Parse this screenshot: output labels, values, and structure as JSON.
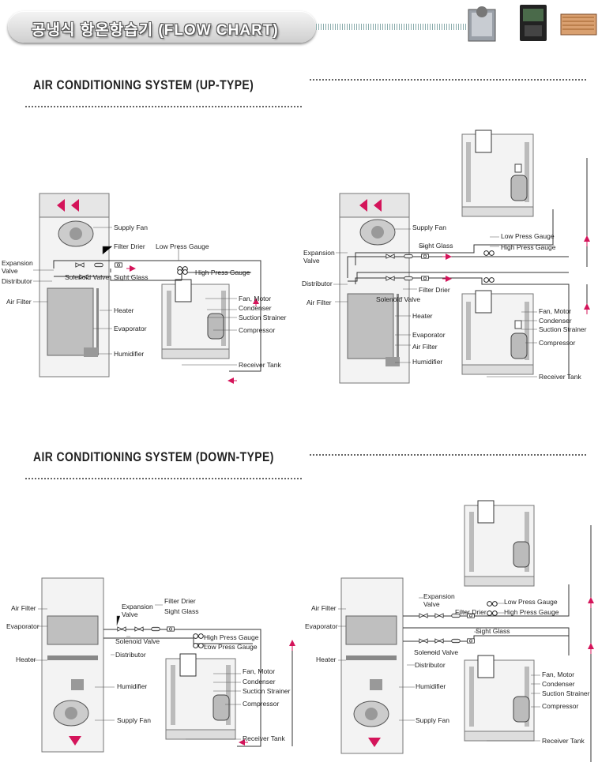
{
  "header": {
    "title": "공냉식 항온항습기 (FLOW CHART)"
  },
  "sections": [
    {
      "title": "AIR CONDITIONING SYSTEM (UP-TYPE)"
    },
    {
      "title": "AIR CONDITIONING SYSTEM (DOWN-TYPE)"
    }
  ],
  "colors": {
    "flow_arrow": "#d4145a",
    "pipe": "#333333",
    "cabinet": "#f1f1f1"
  },
  "diagrams": {
    "up_left": {
      "supply_fan": "Supply Fan",
      "filter_drier": "Filter Drier",
      "low_press_gauge": "Low Press Gauge",
      "expansion_valve": "Expansion\nValve",
      "distributor": "Distributor",
      "solenoid_valve": "Solenoid Valve",
      "sight_glass": "Sight Glass",
      "high_press_gauge": "High Press Gauge",
      "air_filter": "Air Filter",
      "heater": "Heater",
      "fan_motor": "Fan, Motor",
      "condenser": "Condenser",
      "suction_strainer": "Suction Strainer",
      "compressor": "Compressor",
      "evaporator": "Evaporator",
      "humidifier": "Humidifier",
      "receiver_tank": "Receiver Tank"
    },
    "up_right": {
      "supply_fan": "Supply Fan",
      "sight_glass": "Sight Glass",
      "low_press_gauge": "Low Press Gauge",
      "expansion_valve": "Expansion\nValve",
      "high_press_gauge": "High Press Gauge",
      "distributor": "Distributor",
      "filter_drier": "Filter Drier",
      "air_filter_left": "Air Filter",
      "solenoid_valve": "Solenoid Valve",
      "fan_motor": "Fan, Motor",
      "condenser": "Condenser",
      "heater": "Heater",
      "suction_strainer": "Suction Strainer",
      "evaporator": "Evaporator",
      "compressor": "Compressor",
      "air_filter": "Air Filter",
      "humidifier": "Humidifier",
      "receiver_tank": "Receiver Tank"
    },
    "down_left": {
      "air_filter": "Air Filter",
      "expansion_valve": "Expansion\nValve",
      "filter_drier": "Filter Drier",
      "sight_glass": "Sight Glass",
      "evaporator": "Evaporator",
      "solenoid_valve": "Solenoid Valve",
      "high_press_gauge": "High Press Gauge",
      "low_press_gauge": "Low Press Gauge",
      "distributor": "Distributor",
      "heater": "Heater",
      "fan_motor": "Fan, Motor",
      "condenser": "Condenser",
      "suction_strainer": "Suction Strainer",
      "humidifier": "Humidifier",
      "compressor": "Compressor",
      "supply_fan": "Supply Fan",
      "receiver_tank": "Receiver Tank"
    },
    "down_right": {
      "expansion_valve": "Expansion\nValve",
      "low_press_gauge": "Low Press Gauge",
      "air_filter": "Air Filter",
      "filter_drier": "Filter Drier",
      "high_press_gauge": "High Press Gauge",
      "evaporator": "Evaporator",
      "sight_glass": "Sight Glass",
      "solenoid_valve": "Solenoid Valve",
      "heater": "Heater",
      "distributor": "Distributor",
      "fan_motor": "Fan, Motor",
      "condenser": "Condenser",
      "humidifier": "Humidifier",
      "suction_strainer": "Suction Strainer",
      "compressor": "Compressor",
      "supply_fan": "Supply Fan",
      "receiver_tank": "Receiver Tank"
    }
  }
}
